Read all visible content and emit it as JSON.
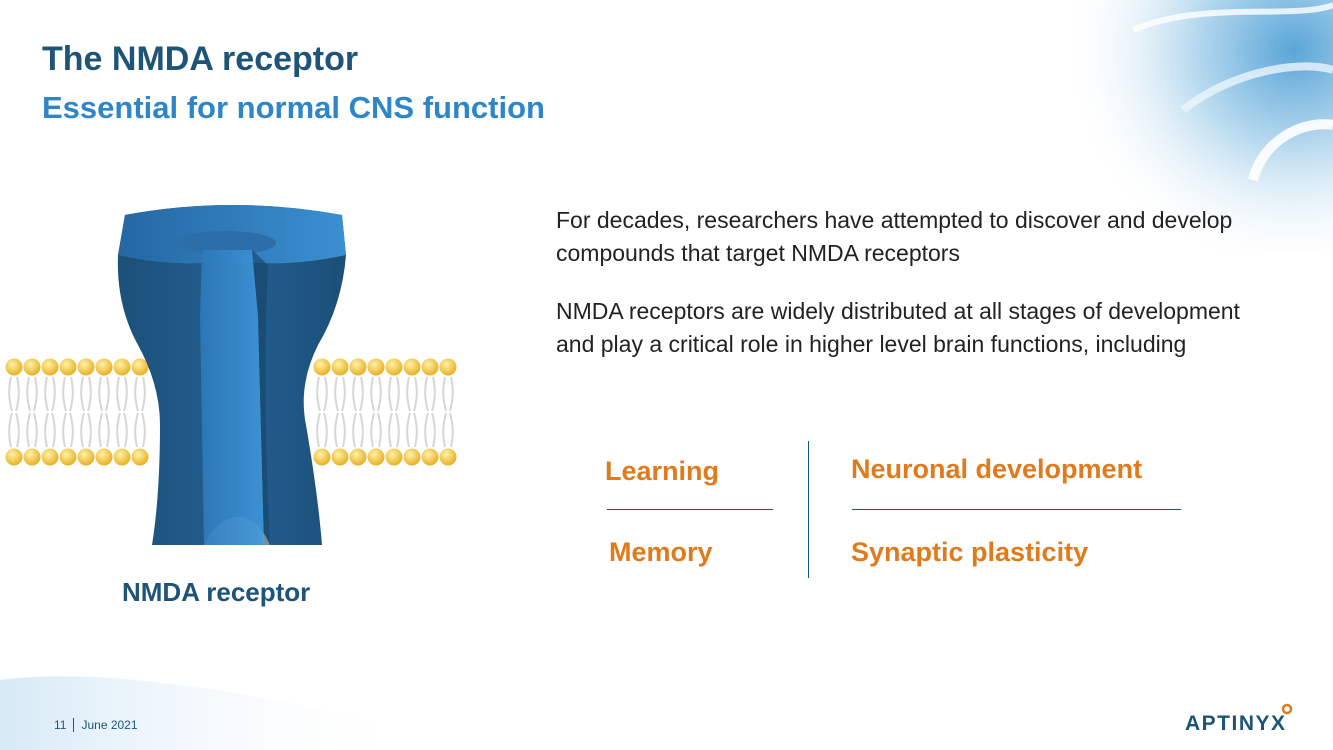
{
  "slide": {
    "title": "The NMDA receptor",
    "subtitle": "Essential for normal CNS function"
  },
  "figure": {
    "caption": "NMDA receptor",
    "icon": "nmda-receptor-illustration",
    "colors": {
      "channel_dark": "#1b5078",
      "channel_mid": "#2a72b0",
      "channel_light": "#3a8fd0",
      "lipid_head": "#f2c12e"
    }
  },
  "body": {
    "paragraph_1": "For decades, researchers have attempted to discover and develop compounds that target NMDA receptors",
    "paragraph_2": "NMDA receptors are widely distributed at all stages of development and play a critical role in higher level brain functions, including"
  },
  "functions": {
    "items": [
      "Learning",
      "Neuronal development",
      "Memory",
      "Synaptic plasticity"
    ],
    "color": "#e07b1b"
  },
  "footer": {
    "page_number": "11",
    "date": "June 2021"
  },
  "logo": {
    "text": "APTINYX",
    "accent": "#e07b1b"
  },
  "colors": {
    "title": "#1e5478",
    "subtitle": "#2e86c9",
    "body_text": "#222222"
  }
}
